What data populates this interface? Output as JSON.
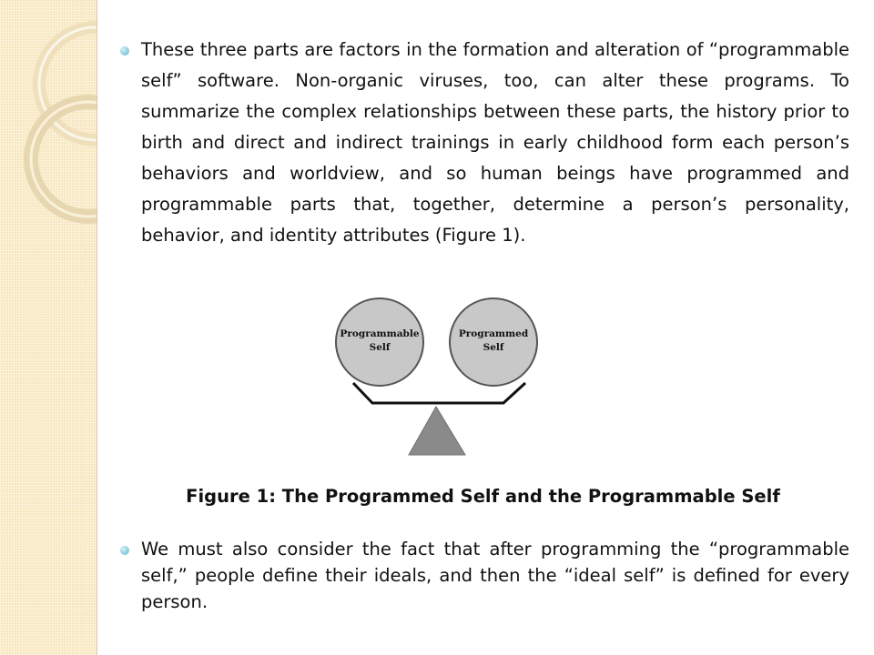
{
  "paragraphs": [
    "These three parts are factors in the formation and alteration of “programmable self” software. Non-organic viruses, too, can alter these programs. To summarize the complex relationships between these parts, the history prior to birth and direct and indirect trainings in early childhood form each person’s behaviors and worldview, and so human beings have programmed and programmable parts that, together, determine a person’s personality, behavior, and identity attributes (Figure 1).",
    "We must also consider the fact that after programming the “programmable self,” people define their ideals, and then the “ideal self” is defined for every person."
  ],
  "figure": {
    "left_circle": {
      "line1": "Programmable",
      "line2": "Self"
    },
    "right_circle": {
      "line1": "Programmed",
      "line2": "Self"
    },
    "caption": "Figure 1: The Programmed Self and the Programmable Self"
  },
  "colors": {
    "side_strip": "#f7e7bf",
    "bullet": "#8fd0de",
    "circle_fill": "#c8c8c8",
    "fulcrum": "#8a8a8a"
  }
}
